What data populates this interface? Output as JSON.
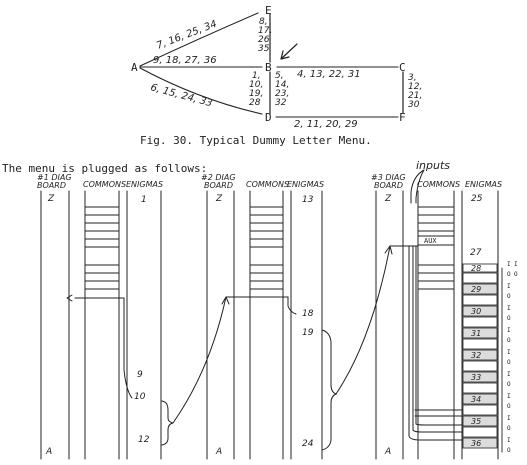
{
  "menu": {
    "nodes": [
      {
        "id": "A",
        "label": "A"
      },
      {
        "id": "B",
        "label": "B"
      },
      {
        "id": "C",
        "label": "C"
      },
      {
        "id": "D",
        "label": "D"
      },
      {
        "id": "E",
        "label": "E"
      },
      {
        "id": "F",
        "label": "F"
      }
    ],
    "edges": [
      {
        "from": "A",
        "to": "E",
        "label": "7, 16, 25, 34"
      },
      {
        "from": "A",
        "to": "B",
        "label": "9, 18, 27, 36"
      },
      {
        "from": "A",
        "to": "D",
        "label": "6, 15, 24, 33"
      },
      {
        "from": "B",
        "to": "E",
        "label": "8, 17, 26, 35"
      },
      {
        "from": "B",
        "to": "D",
        "label_left": "1, 10, 19, 28",
        "label_right": "5, 14, 23, 32"
      },
      {
        "from": "B",
        "to": "C",
        "label": "4, 13, 22, 31"
      },
      {
        "from": "C",
        "to": "F",
        "label": "3, 12, 21, 30"
      },
      {
        "from": "D",
        "to": "F",
        "label": "2, 11, 20, 29"
      }
    ]
  },
  "caption": "Fig. 30.  Typical Dummy Letter Menu.",
  "intro": "The menu is plugged as follows:",
  "inputs_label": "inputs",
  "boards": [
    {
      "title_line1": "#1 DIAG",
      "title_line2": "BOARD",
      "commons_label": "COMMONS",
      "enigmas_label": "ENIGMAS",
      "top_letter": "Z",
      "bottom_letter": "A",
      "enigma_numbers": [
        "1",
        "9",
        "10",
        "12"
      ]
    },
    {
      "title_line1": "#2 DIAG",
      "title_line2": "BOARD",
      "commons_label": "COMMONS",
      "enigmas_label": "ENIGMAS",
      "top_letter": "Z",
      "bottom_letter": "A",
      "enigma_numbers": [
        "13",
        "18",
        "19",
        "24"
      ]
    },
    {
      "title_line1": "#3 DIAG",
      "title_line2": "BOARD",
      "commons_label": "COMMONS",
      "enigmas_label": "ENIGMAS",
      "top_letter": "Z",
      "bottom_letter": "A",
      "aux_label": "AUX",
      "enigma_numbers": [
        "25",
        "27",
        "28",
        "29",
        "30",
        "31",
        "32",
        "33",
        "34",
        "35",
        "36"
      ],
      "io_labels": [
        "I",
        "O",
        "I",
        "O",
        "I",
        "O",
        "I",
        "O",
        "I",
        "O",
        "I",
        "O",
        "I",
        "O",
        "I",
        "O",
        "I",
        "O",
        "I",
        "O"
      ]
    }
  ]
}
